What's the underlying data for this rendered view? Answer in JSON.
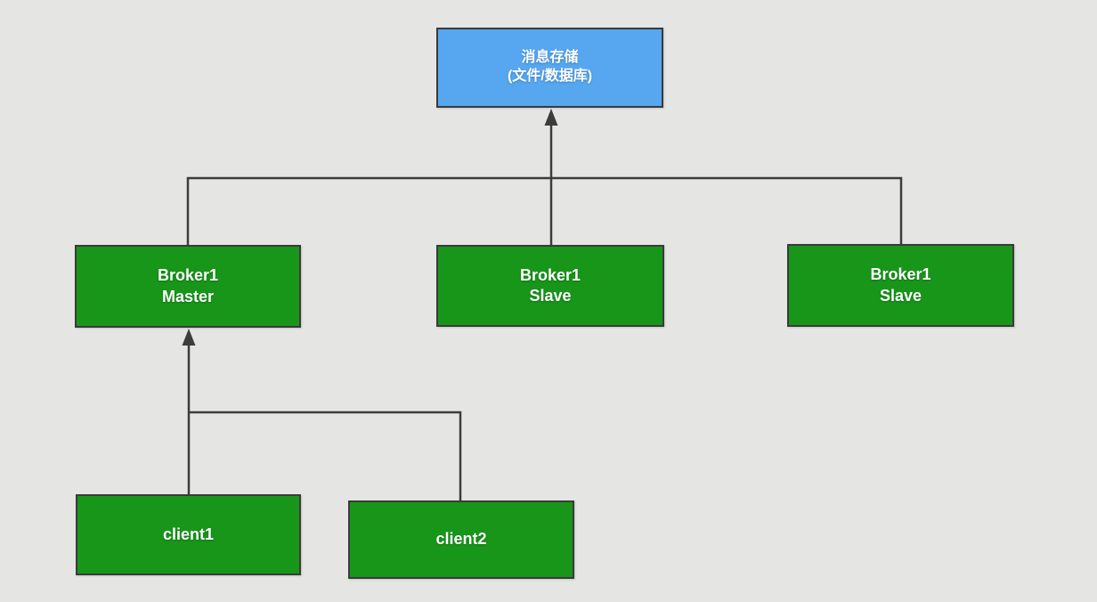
{
  "colors": {
    "background": "#e5e6e4",
    "node_green": "#18961a",
    "node_blue": "#56a7f0",
    "border": "#3a3a3a",
    "line": "#3c3c3c",
    "text": "#ffffff"
  },
  "nodes": [
    {
      "id": "message-storage",
      "label": [
        "消息存储",
        "(文件/数据库)"
      ],
      "color": "blue"
    },
    {
      "id": "broker1-master",
      "label": [
        "Broker1",
        "Master"
      ],
      "color": "green"
    },
    {
      "id": "broker1-slave-1",
      "label": [
        "Broker1",
        "Slave"
      ],
      "color": "green"
    },
    {
      "id": "broker1-slave-2",
      "label": [
        "Broker1",
        "Slave"
      ],
      "color": "green"
    },
    {
      "id": "client1",
      "label": [
        "client1"
      ],
      "color": "green"
    },
    {
      "id": "client2",
      "label": [
        "client2"
      ],
      "color": "green"
    }
  ],
  "edges": [
    {
      "from": "broker1-master",
      "to": "message-storage",
      "arrow": true
    },
    {
      "from": "broker1-slave-1",
      "to": "message-storage",
      "arrow": true
    },
    {
      "from": "broker1-slave-2",
      "to": "message-storage",
      "arrow": true
    },
    {
      "from": "client1",
      "to": "broker1-master",
      "arrow": true
    },
    {
      "from": "client2",
      "to": "broker1-master",
      "arrow": true
    }
  ]
}
